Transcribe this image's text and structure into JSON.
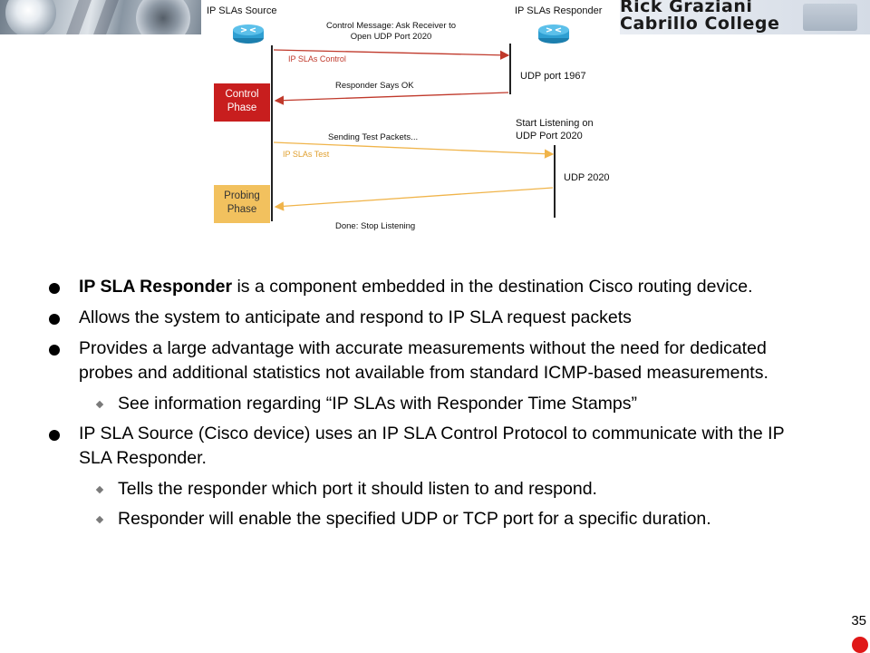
{
  "header": {
    "brand_line1": "Rick Graziani",
    "brand_line2": "Cabrillo College"
  },
  "diagram": {
    "source_label": "IP SLAs Source",
    "responder_label": "IP SLAs Responder",
    "control_message_line1": "Control Message: Ask Receiver to",
    "control_message_line2": "Open UDP Port 2020",
    "ip_slas_control": "IP SLAs Control",
    "udp_port_1967": "UDP port 1967",
    "responder_says_ok": "Responder Says OK",
    "control_phase_line1": "Control",
    "control_phase_line2": "Phase",
    "start_listening_line1": "Start Listening on",
    "start_listening_line2": "UDP Port 2020",
    "sending_test_packets": "Sending Test Packets...",
    "ip_slas_test": "IP SLAs Test",
    "udp_2020": "UDP 2020",
    "probing_phase_line1": "Probing",
    "probing_phase_line2": "Phase",
    "done_stop_listening": "Done: Stop Listening",
    "colors": {
      "control": "#c0392b",
      "test": "#f0b44a",
      "router": "#2f9fd2"
    }
  },
  "bullets": {
    "b1_bold": "IP SLA Responder",
    "b1_rest": " is a component embedded in the destination Cisco routing device.",
    "b2": "Allows the system to anticipate and respond to IP SLA request packets",
    "b3": "Provides a large advantage with accurate measurements without the need for dedicated probes and additional statistics not available from standard ICMP-based measurements.",
    "b3_sub1": "See information regarding “IP SLAs with Responder Time Stamps”",
    "b4": "IP SLA Source (Cisco device) uses an IP SLA Control Protocol to communicate with the IP SLA Responder.",
    "b4_sub1": "Tells the responder which port it should listen to and respond.",
    "b4_sub2": "Responder will enable the specified UDP or TCP port for a specific duration."
  },
  "footer": {
    "page_number": "35"
  }
}
